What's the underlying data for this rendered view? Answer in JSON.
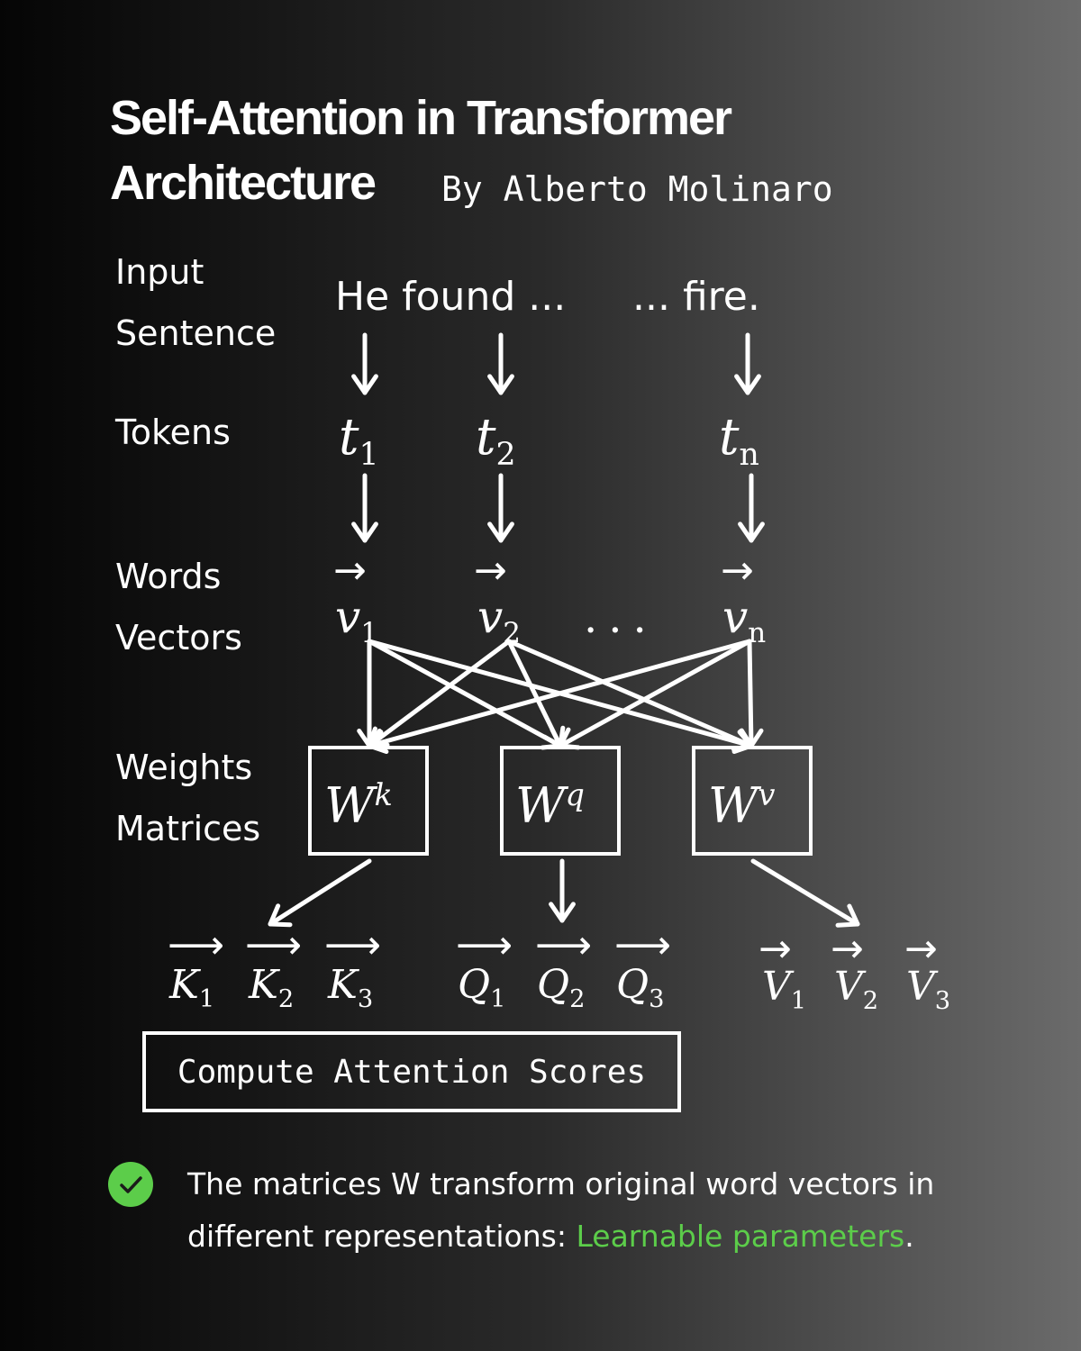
{
  "header": {
    "title_line1": "Self-Attention in Transformer",
    "title_line2": "Architecture",
    "author": "By Alberto Molinaro"
  },
  "row_labels": {
    "input_line1": "Input",
    "input_line2": "Sentence",
    "tokens": "Tokens",
    "words_line1": "Words",
    "words_line2": "Vectors",
    "weights_line1": "Weights",
    "weights_line2": "Matrices"
  },
  "sentence": {
    "left": "He found ...",
    "right": "... fire."
  },
  "tokens": [
    {
      "base": "t",
      "sub": "1"
    },
    {
      "base": "t",
      "sub": "2"
    },
    {
      "base": "t",
      "sub": "n"
    }
  ],
  "vectors": [
    {
      "arrow": "→",
      "base": "v",
      "sub": "1"
    },
    {
      "arrow": "→",
      "base": "v",
      "sub": "2"
    },
    {
      "arrow": "→",
      "base": "v",
      "sub": "n"
    }
  ],
  "vector_ellipsis": "...",
  "weights": [
    {
      "base": "W",
      "sup": "k"
    },
    {
      "base": "W",
      "sup": "q"
    },
    {
      "base": "W",
      "sup": "v"
    }
  ],
  "outputs": [
    {
      "arrow": "⟶",
      "base": "K",
      "sub": "1"
    },
    {
      "arrow": "⟶",
      "base": "K",
      "sub": "2"
    },
    {
      "arrow": "⟶",
      "base": "K",
      "sub": "3"
    },
    {
      "arrow": "⟶",
      "base": "Q",
      "sub": "1"
    },
    {
      "arrow": "⟶",
      "base": "Q",
      "sub": "2"
    },
    {
      "arrow": "⟶",
      "base": "Q",
      "sub": "3"
    },
    {
      "arrow": "→",
      "base": "V",
      "sub": "1"
    },
    {
      "arrow": "→",
      "base": "V",
      "sub": "2"
    },
    {
      "arrow": "→",
      "base": "V",
      "sub": "3"
    }
  ],
  "compute_box": "Compute Attention Scores",
  "note": {
    "text": "The matrices W transform original word vectors in different representations: ",
    "highlight": "Learnable parameters",
    "end": "."
  },
  "colors": {
    "foreground": "#ffffff",
    "accent_green": "#5ccd4a",
    "background_left": "#050505",
    "background_right": "#6b6b6b"
  }
}
